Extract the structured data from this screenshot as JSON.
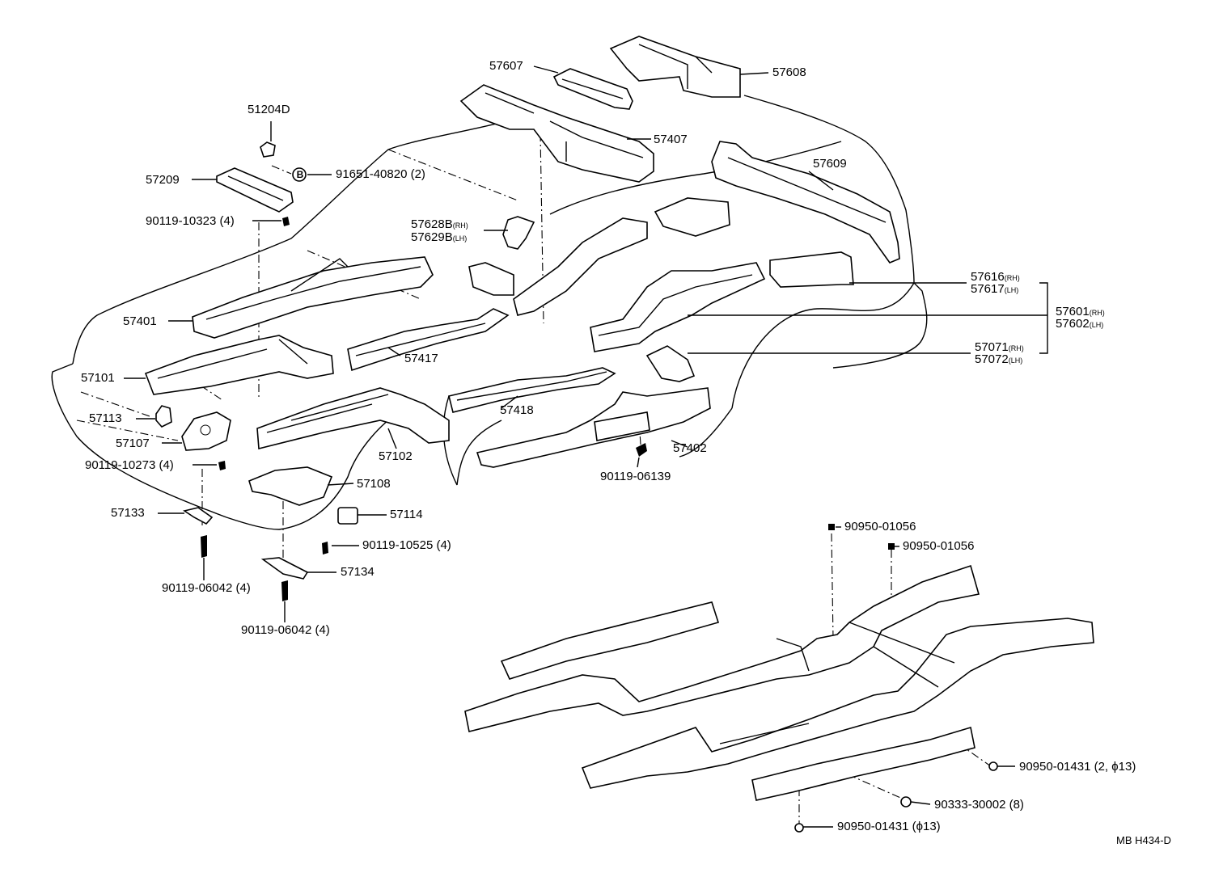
{
  "diagram_code": "MB H434-D",
  "labels": {
    "p57607": "57607",
    "p57608": "57608",
    "p51204D": "51204D",
    "b_marker": "B",
    "p91651": "91651-40820 (2)",
    "p57407": "57407",
    "p57209": "57209",
    "p57609": "57609",
    "p90119_10323": "90119-10323 (4)",
    "p57628B": "57628B",
    "p57629B": "57629B",
    "rh": "(RH)",
    "lh": "(LH)",
    "p57616": "57616",
    "p57617": "57617",
    "p57601": "57601",
    "p57602": "57602",
    "p57401": "57401",
    "p57071": "57071",
    "p57072": "57072",
    "p57417": "57417",
    "p57101": "57101",
    "p57418": "57418",
    "p57113": "57113",
    "p57107": "57107",
    "p57402": "57402",
    "p57102": "57102",
    "p90119_10273": "90119-10273 (4)",
    "p90119_06139": "90119-06139",
    "p57108": "57108",
    "p57133": "57133",
    "p57114": "57114",
    "p90950_01056a": "90950-01056",
    "p90950_01056b": "90950-01056",
    "p90119_10525": "90119-10525 (4)",
    "p57134": "57134",
    "p90119_06042a": "90119-06042 (4)",
    "p90119_06042b": "90119-06042 (4)",
    "p90950_01431a": "90950-01431 (2, ϕ13)",
    "p90333": "90333-30002 (8)",
    "p90950_01431b": "90950-01431 (ϕ13)"
  }
}
